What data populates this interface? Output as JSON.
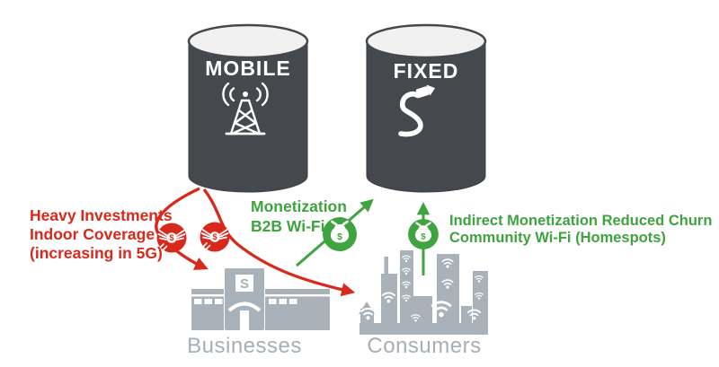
{
  "cylinders": {
    "mobile": {
      "label": "MOBILE",
      "icon": "cell-tower-icon"
    },
    "fixed": {
      "label": "FIXED",
      "icon": "ethernet-cable-icon"
    }
  },
  "annotations": {
    "mobile_investments": {
      "line1": "Heavy Investments",
      "line2": "Indoor Coverage",
      "line3": "(increasing in 5G)",
      "icon": "money-with-wings-icon"
    },
    "b2b_monetization": {
      "line1": "Monetization",
      "line2": "B2B Wi-Fi",
      "icon": "money-bag-icon"
    },
    "community_monetization": {
      "line1": "Indirect Monetization Reduced Churn",
      "line2": "Community Wi-Fi (Homespots)",
      "icon": "money-bag-icon"
    }
  },
  "entities": {
    "businesses": {
      "label": "Businesses",
      "sign": "S",
      "icon": "business-building-icon"
    },
    "consumers": {
      "label": "Consumers",
      "icon": "city-skyline-wifi-icon"
    }
  },
  "symbols": {
    "currency": "$"
  },
  "colors": {
    "red": "#d9281c",
    "green": "#3fa33f",
    "cylinder_dark": "#45494d",
    "cylinder_top": "#f1f1f1",
    "entity_gray": "#a9b1b9",
    "label_gray": "#a6aeb6"
  }
}
